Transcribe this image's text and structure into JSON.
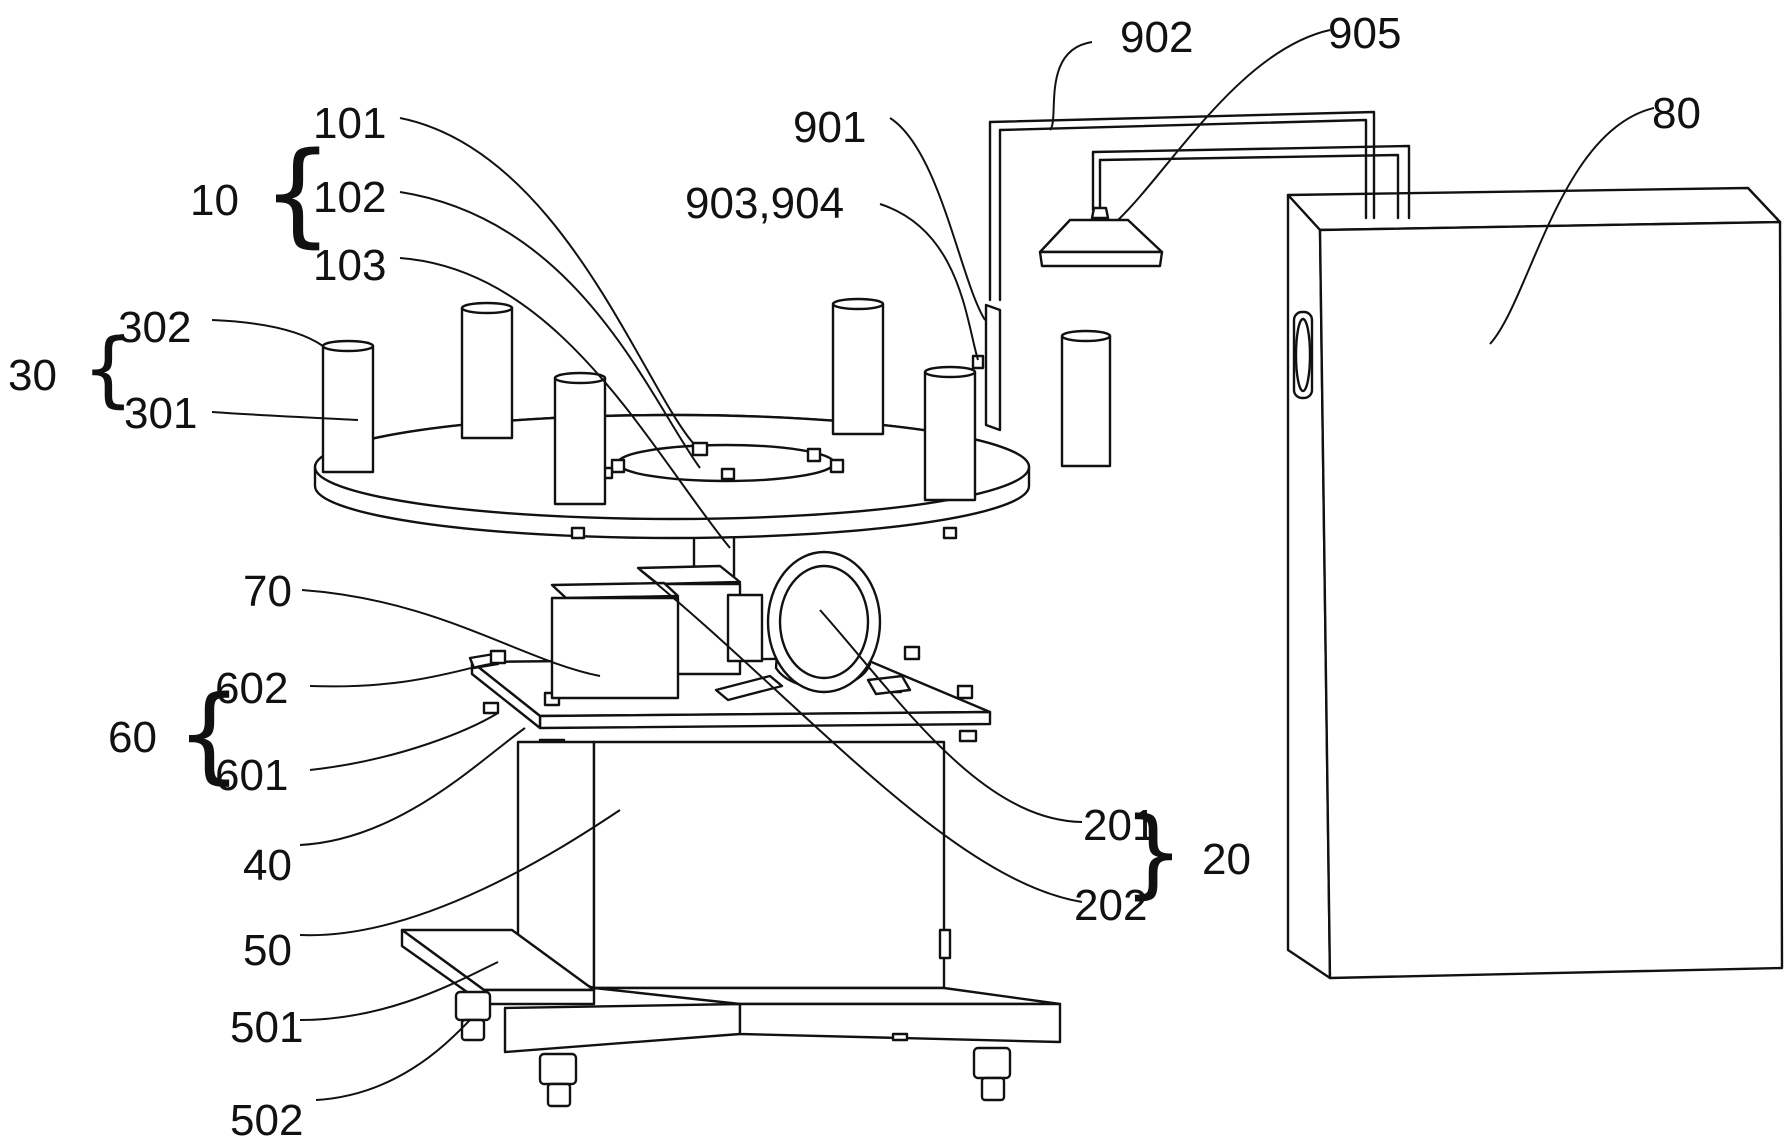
{
  "labels": {
    "l101": "101",
    "l102": "102",
    "l103": "103",
    "l10": "10",
    "l302": "302",
    "l301": "301",
    "l30": "30",
    "l901": "901",
    "l902": "902",
    "l905": "905",
    "l903_904": "903,904",
    "l80": "80",
    "l70": "70",
    "l602": "602",
    "l601": "601",
    "l60": "60",
    "l40": "40",
    "l50": "50",
    "l501": "501",
    "l502": "502",
    "l201": "201",
    "l202": "202",
    "l20": "20"
  },
  "style": {
    "line_color": "#111111",
    "background": "#ffffff"
  }
}
